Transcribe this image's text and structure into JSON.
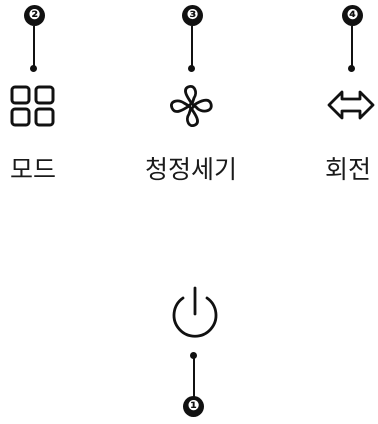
{
  "controls": [
    {
      "number": "❷",
      "icon": "mode-grid-icon",
      "label": "모드"
    },
    {
      "number": "❸",
      "icon": "fan-icon",
      "label": "청정세기"
    },
    {
      "number": "❹",
      "icon": "double-arrow-icon",
      "label": "회전"
    },
    {
      "number": "❶",
      "icon": "power-icon",
      "label": ""
    }
  ],
  "colors": {
    "ink": "#111111",
    "text": "#1a1a1a",
    "background": "#ffffff"
  }
}
